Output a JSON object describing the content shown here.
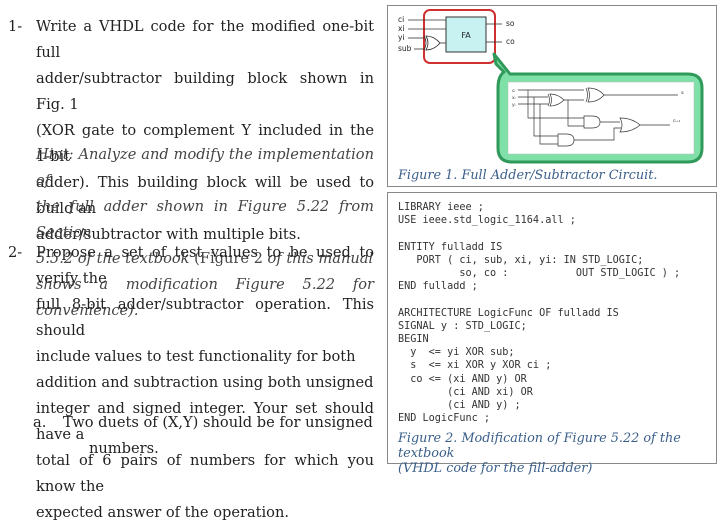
{
  "item1": {
    "number": "1-",
    "lines": [
      "Write a VHDL code for the modified one-bit full",
      "adder/subtractor building block shown in Fig. 1",
      "(XOR gate to complement Y included in the 1-bit",
      "adder). This building block will be used to build an",
      "adder/subtractor with multiple bits."
    ],
    "hint_lines": [
      "Hint: Analyze and modify the implementation of",
      "the full adder shown in Figure 5.22 from Section",
      "5.5.2 of the textbook",
      "(Figure 2",
      "of this manual",
      "shows a modification Figure 5.22 for convenience)."
    ]
  },
  "item2": {
    "number": "2-",
    "lines": [
      "Propose a set of test values to be used to verify the",
      "full 8-bit adder/subtractor operation. This should",
      "include values to test functionality for both",
      "addition and subtraction using both unsigned",
      "integer and signed integer. Your set should have a",
      "total of 6 pairs of numbers for which you know the",
      "expected answer of the operation."
    ],
    "sub_a": {
      "label": "a.",
      "lines": [
        "Two duets of (X,Y) should be for unsigned",
        "numbers."
      ]
    }
  },
  "figure1": {
    "caption": "Figure 1. Full Adder/Subtractor Circuit.",
    "block_label": "FA",
    "inputs": [
      "ci",
      "xi",
      "yi",
      "sub"
    ],
    "outputs": [
      "so",
      "co"
    ],
    "detail_inputs": [
      "cᵢ",
      "xᵢ",
      "yᵢ"
    ],
    "detail_outputs": [
      "sᵢ",
      "cᵢ₊₁"
    ]
  },
  "figure2": {
    "code_lines": [
      "LIBRARY ieee ;",
      "USE ieee.std_logic_1164.all ;",
      "",
      "ENTITY fulladd IS",
      "   PORT ( ci, sub, xi, yi: IN STD_LOGIC;",
      "          so, co :           OUT STD_LOGIC ) ;",
      "END fulladd ;",
      "",
      "ARCHITECTURE LogicFunc OF fulladd IS",
      "SIGNAL y : STD_LOGIC;",
      "BEGIN",
      "  y  <= yi XOR sub;",
      "  s  <= xi XOR y XOR ci ;",
      "  co <= (xi AND y) OR",
      "        (ci AND xi) OR",
      "        (ci AND y) ;",
      "END LogicFunc ;"
    ],
    "caption_lines": [
      "Figure 2. Modification of Figure 5.22 of the textbook",
      "(VHDL code for the fill-adder)"
    ]
  },
  "colors": {
    "callout_fill": "#7fe0a8",
    "callout_stroke": "#2f9a5a",
    "highlight": "#d03030",
    "block_fill": "#c8f2f2",
    "caption": "#3a5f8a"
  }
}
